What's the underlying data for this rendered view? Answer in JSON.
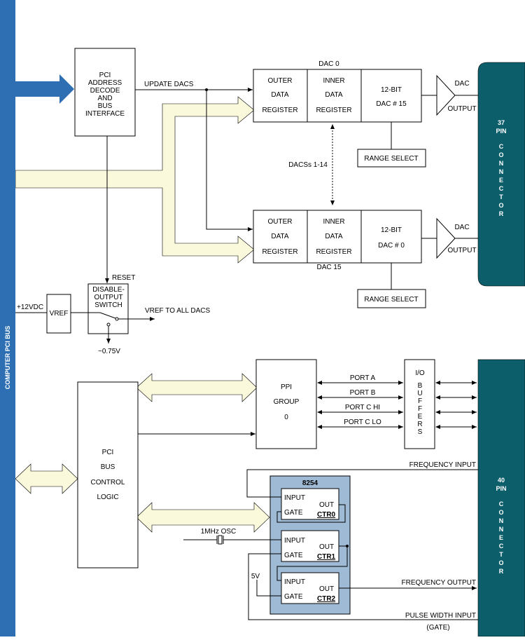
{
  "colors": {
    "bus_blue": "#2e6fb3",
    "connector_teal": "#0c5e6b",
    "bus_cream": "#fbf9dc",
    "counter_blue": "#9fbad4"
  },
  "bus": {
    "label": "COMPUTER PCI BUS"
  },
  "pci_decode": {
    "lines": [
      "PCI",
      "ADDRESS",
      "DECODE",
      "AND",
      "BUS",
      "INTERFACE"
    ]
  },
  "update_dacs": "UPDATE DACS",
  "dac_top": {
    "label": "DAC 0",
    "outer": [
      "OUTER",
      "DATA",
      "REGISTER"
    ],
    "inner": [
      "INNER",
      "DATA",
      "REGISTER"
    ],
    "dac": [
      "12-BIT",
      "DAC # 15"
    ],
    "amp_label": "DAC",
    "output": "OUTPUT",
    "range": "RANGE SELECT"
  },
  "dac_mid": "DACSs 1-14",
  "dac_bottom": {
    "label": "DAC 15",
    "outer": [
      "OUTER",
      "DATA",
      "REGISTER"
    ],
    "inner": [
      "INNER",
      "DATA",
      "REGISTER"
    ],
    "dac": [
      "12-BIT",
      "DAC # 0"
    ],
    "amp_label": "DAC",
    "output": "OUTPUT",
    "range": "RANGE SELECT"
  },
  "conn37": {
    "lines": [
      "37",
      "PIN",
      "C",
      "O",
      "N",
      "N",
      "E",
      "C",
      "T",
      "O",
      "R"
    ]
  },
  "vref": {
    "supply": "+12VDC",
    "box": "VREF",
    "reset": "RESET",
    "switch": [
      "DISABLE-",
      "OUTPUT",
      "SWITCH"
    ],
    "to_dacs": "VREF TO ALL DACS",
    "gnd": "~0.75V"
  },
  "pci_logic": {
    "lines": [
      "PCI",
      "BUS",
      "CONTROL",
      "LOGIC"
    ]
  },
  "ppi": {
    "lines": [
      "PPI",
      "GROUP",
      "0"
    ]
  },
  "ports": [
    "PORT A",
    "PORT B",
    "PORT C HI",
    "PORT C LO"
  ],
  "io": {
    "lines": [
      "I/O",
      "B",
      "U",
      "F",
      "F",
      "E",
      "R",
      "S"
    ]
  },
  "counter": {
    "title": "8254",
    "ctrs": [
      {
        "input": "INPUT",
        "gate": "GATE",
        "out": "OUT",
        "name": "CTR0"
      },
      {
        "input": "INPUT",
        "gate": "GATE",
        "out": "OUT",
        "name": "CTR1"
      },
      {
        "input": "INPUT",
        "gate": "GATE",
        "out": "OUT",
        "name": "CTR2"
      }
    ],
    "osc": "1MHz OSC",
    "v5": "5V"
  },
  "signals": {
    "freq_in": "FREQUENCY INPUT",
    "freq_out": "FREQUENCY OUTPUT",
    "pulse": "PULSE WIDTH INPUT",
    "gate": "(GATE)"
  },
  "conn40": {
    "lines": [
      "40",
      "PIN",
      "C",
      "O",
      "N",
      "N",
      "E",
      "C",
      "T",
      "O",
      "R"
    ]
  }
}
